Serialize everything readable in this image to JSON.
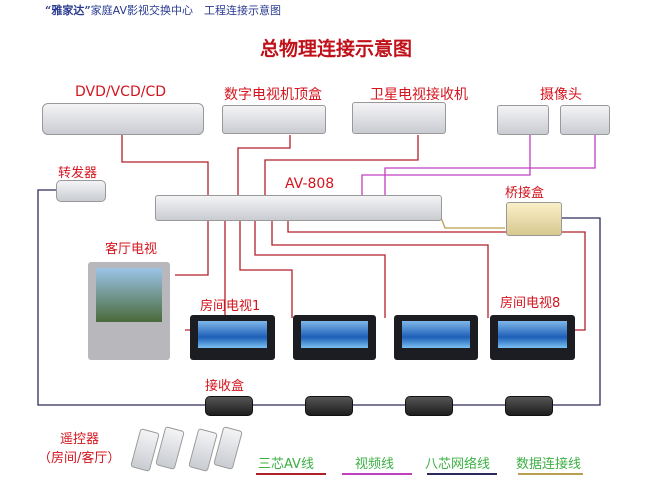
{
  "header": {
    "brand": "“雅家达”",
    "subtitle": "家庭AV影视交换中心　工程连接示意图"
  },
  "title": "总物理连接示意图",
  "devices": {
    "dvd": "DVD/VCD/CD",
    "settop": "数字电视机顶盒",
    "satellite": "卫星电视接收机",
    "camera": "摄像头",
    "repeater": "转发器",
    "switch": "AV-808",
    "bridge": "桥接盒",
    "living_tv": "客厅电视",
    "room_tv_1": "房间电视1",
    "room_tv_8": "房间电视8",
    "receiver": "接收盒",
    "remote": "遥控器",
    "remote_sub": "（房间/客厅）"
  },
  "legend": [
    {
      "label": "三芯AV线",
      "color": "#b0202a"
    },
    {
      "label": "视频线",
      "color": "#c040c0"
    },
    {
      "label": "八芯网络线",
      "color": "#2c2c5a"
    },
    {
      "label": "数据连接线",
      "color": "#b8a050"
    }
  ]
}
